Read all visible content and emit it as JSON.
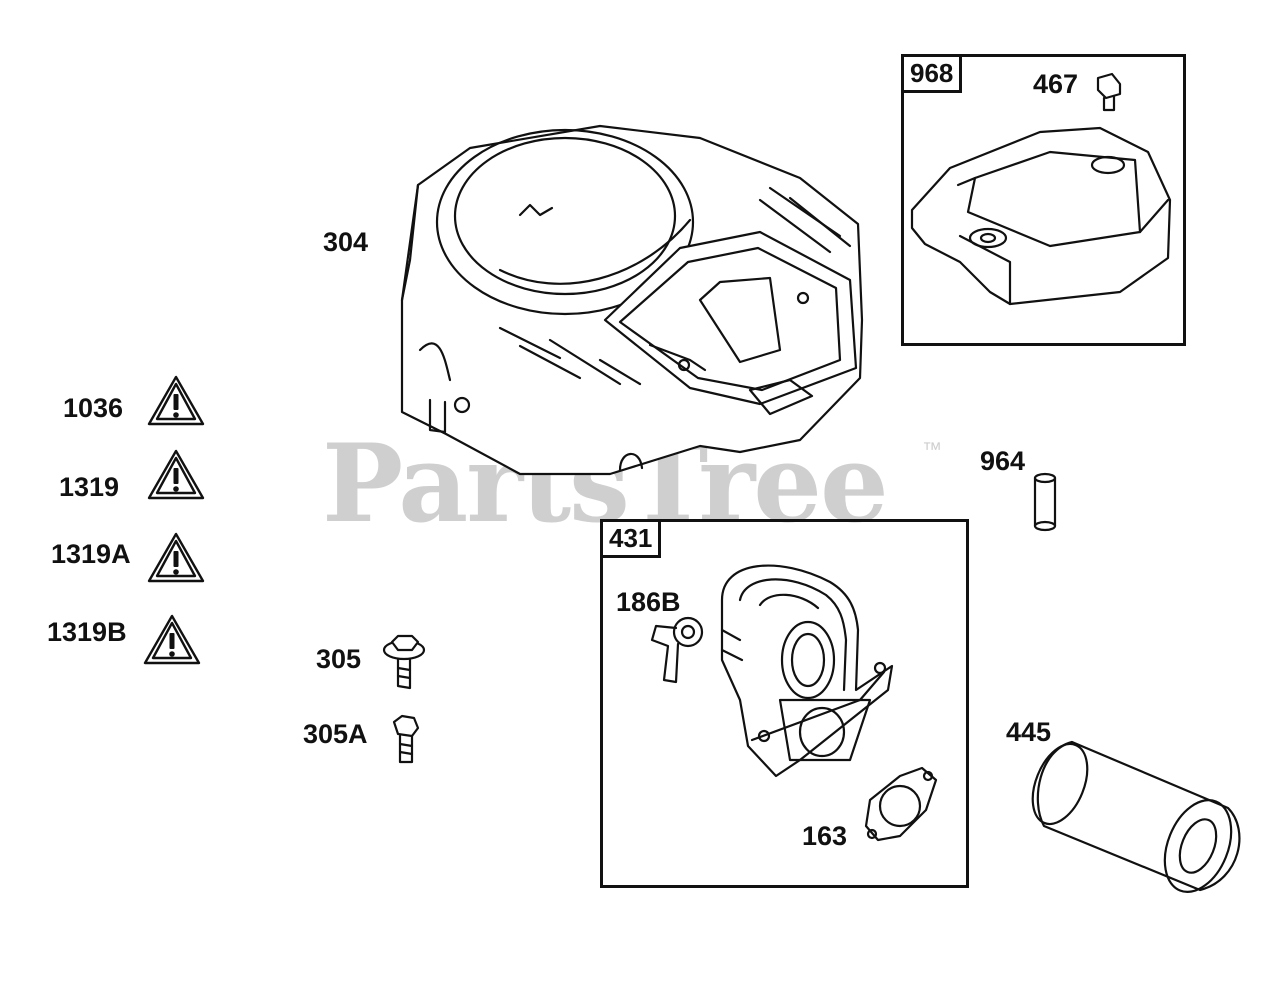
{
  "watermark": {
    "text": "PartsTree",
    "trademark": "™"
  },
  "groups": [
    {
      "id": "968",
      "label": "968"
    },
    {
      "id": "431",
      "label": "431"
    }
  ],
  "parts": {
    "blower_housing": "304",
    "screw": "467",
    "spacer": "964",
    "breather_fitting": "186B",
    "gasket": "163",
    "filter": "445",
    "bolt": "305",
    "bolt_alt": "305A"
  },
  "warnings": [
    {
      "label": "1036"
    },
    {
      "label": "1319"
    },
    {
      "label": "1319A"
    },
    {
      "label": "1319B"
    }
  ],
  "colors": {
    "line": "#111111",
    "watermark": "#cfcfcf",
    "background": "#ffffff"
  }
}
